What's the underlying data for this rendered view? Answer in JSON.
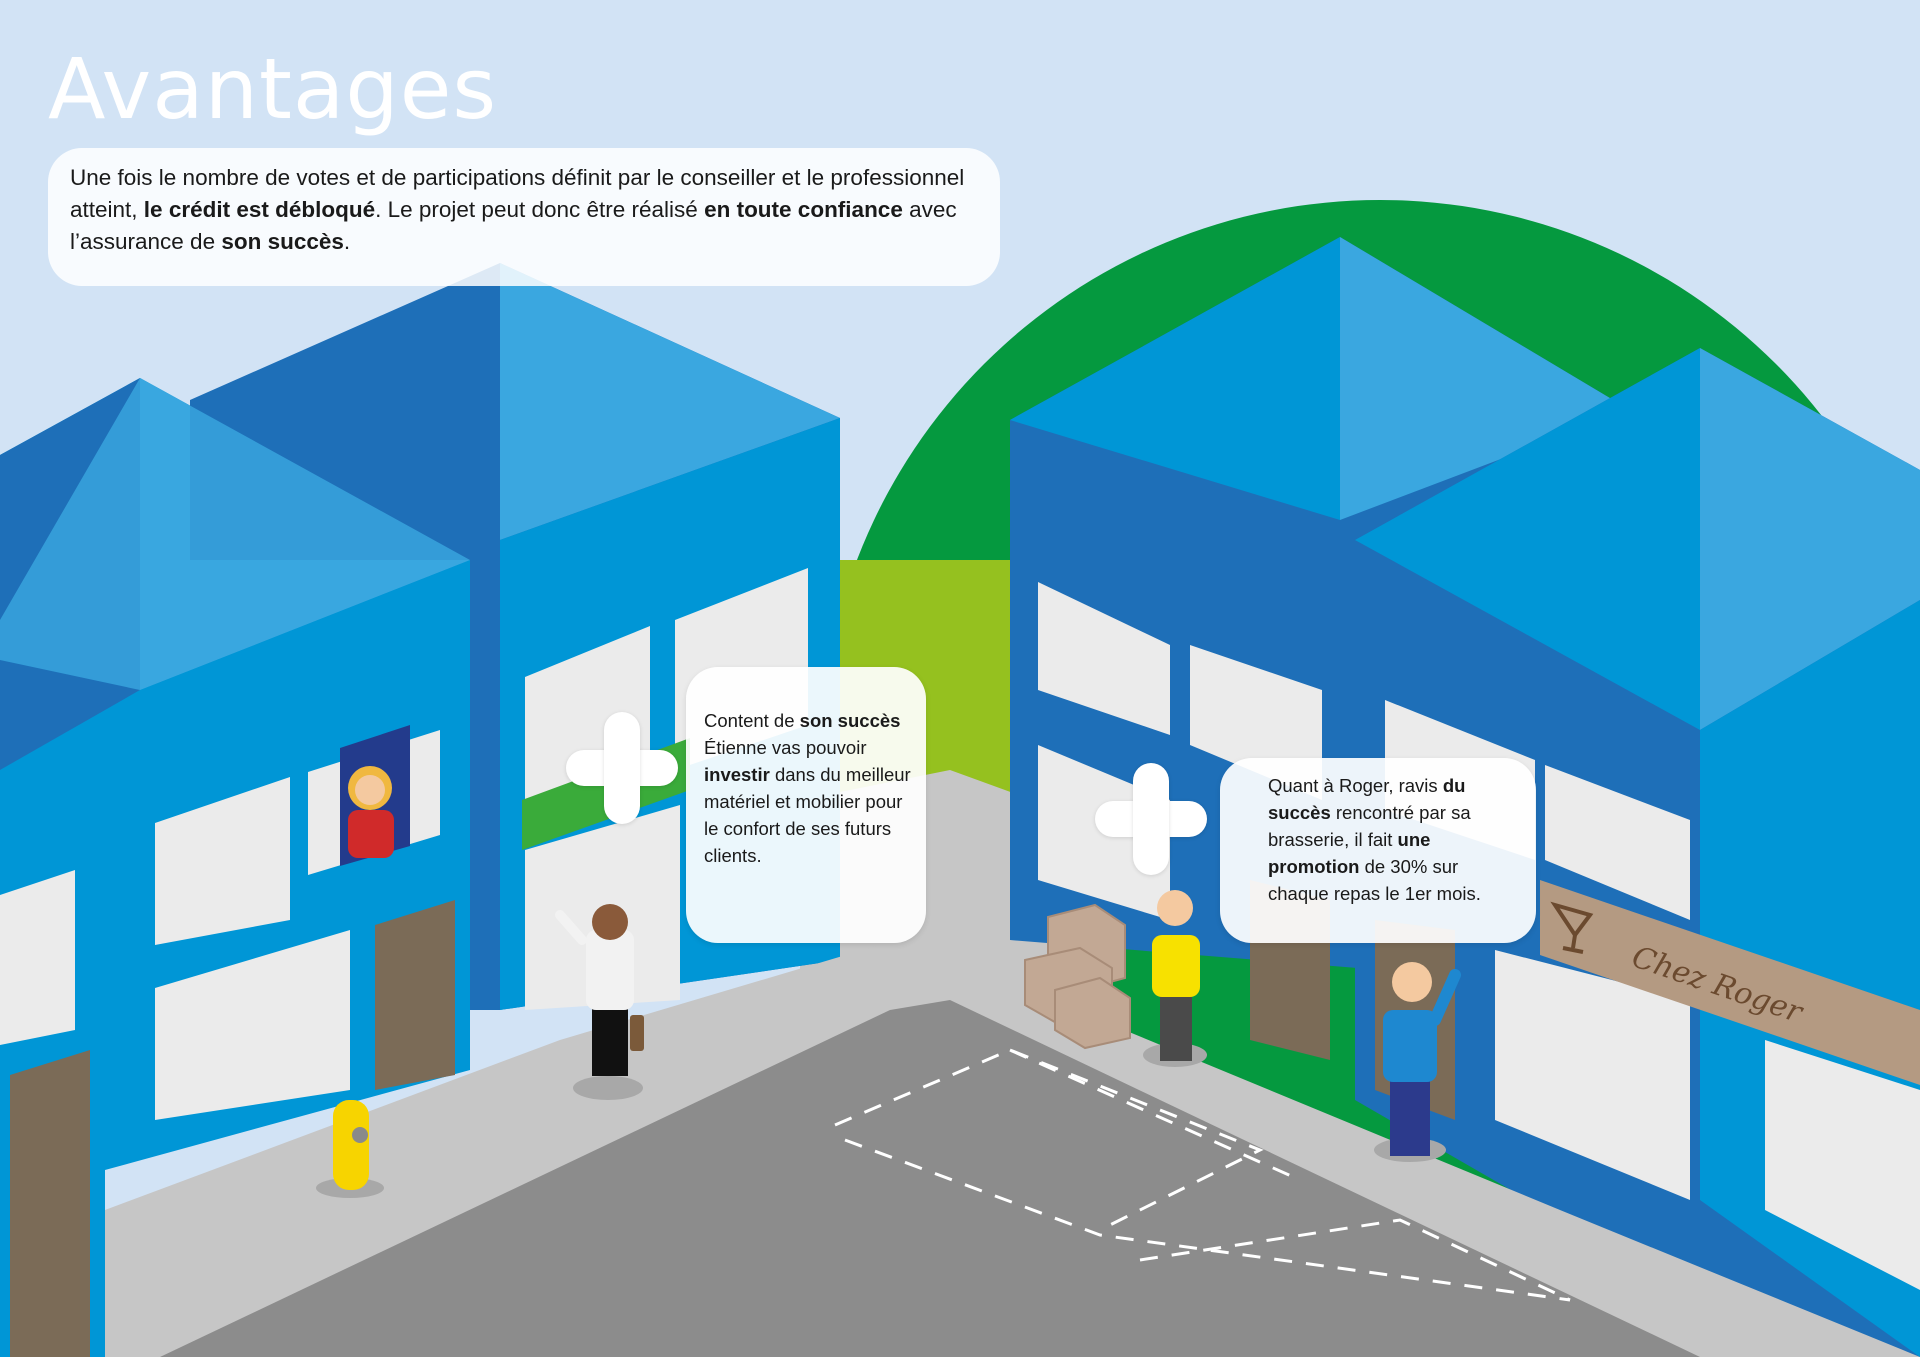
{
  "page": {
    "title": "Avantages",
    "intro": {
      "p1": "Une fois le nombre de votes et de participations définit par le conseiller et le professionnel atteint, ",
      "b1": "le crédit est débloqué",
      "p2": ". Le projet peut donc être réalisé ",
      "b2": "en toute confiance",
      "p3": " avec l’assurance de ",
      "b3": "son succès",
      "p4": "."
    }
  },
  "callouts": {
    "etienne": {
      "t1": "Content de ",
      "b1": "son succès",
      "t2": " Étienne vas pouvoir ",
      "b2": "investir",
      "t3": " dans du meilleur matériel et mobilier pour le confort de ses futurs clients."
    },
    "roger": {
      "t1": "Quant à Roger, ravis ",
      "b1": "du succès",
      "t2": " rencontré par sa brasserie, il fait ",
      "b2": "une promotion",
      "t3": " de 30% sur chaque repas le 1er mois."
    }
  },
  "shop_sign": {
    "name": "Chez Roger",
    "icon": "wine-glass-icon"
  },
  "icons": [
    "plus-icon",
    "plus-icon",
    "wine-glass-icon"
  ],
  "colors": {
    "sky": "#d2e3f5",
    "hill": "#05993f",
    "grass": "#95c11f",
    "building_front": "#0096d6",
    "building_roof": "#3aa7e0",
    "building_side": "#1e6fb8",
    "road": "#8c8c8c",
    "sidewalk": "#c6c6c6",
    "sign": "#b49a82",
    "sign_text": "#6b4a2f"
  }
}
